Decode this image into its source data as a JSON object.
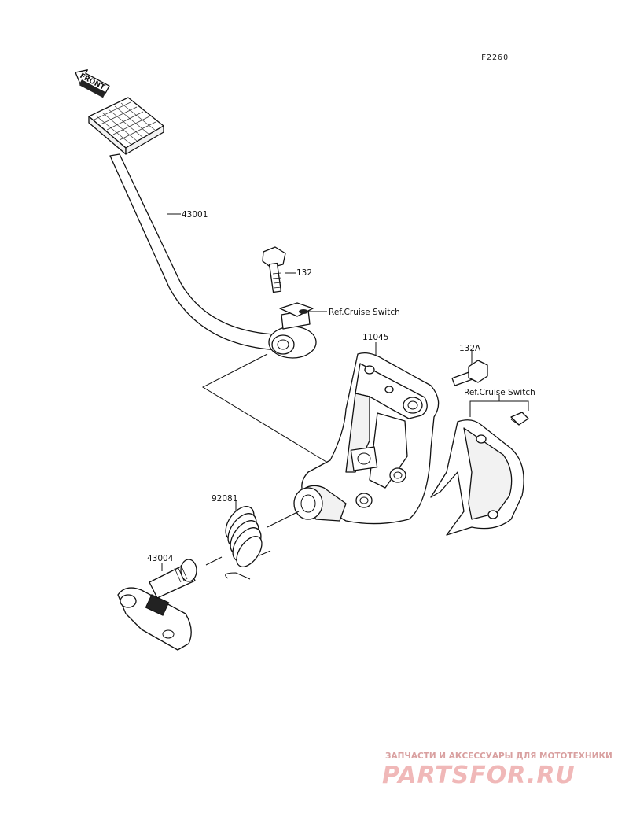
{
  "diagram": {
    "code": "F2260",
    "front_label": "FRONT",
    "parts": {
      "pedal": "43001",
      "bolt_top": "132",
      "bracket": "11045",
      "bolt_right": "132A",
      "spring": "92081",
      "shaft": "43004"
    },
    "refs": {
      "cruise_switch_top": "Ref.Cruise Switch",
      "cruise_switch_right": "Ref.Cruise Switch"
    }
  },
  "watermark": {
    "top_text": "ЗАПЧАСТИ И АКСЕССУАРЫ ДЛЯ МОТОТЕХНИКИ",
    "logo_text": "PARTSFOR.RU"
  }
}
